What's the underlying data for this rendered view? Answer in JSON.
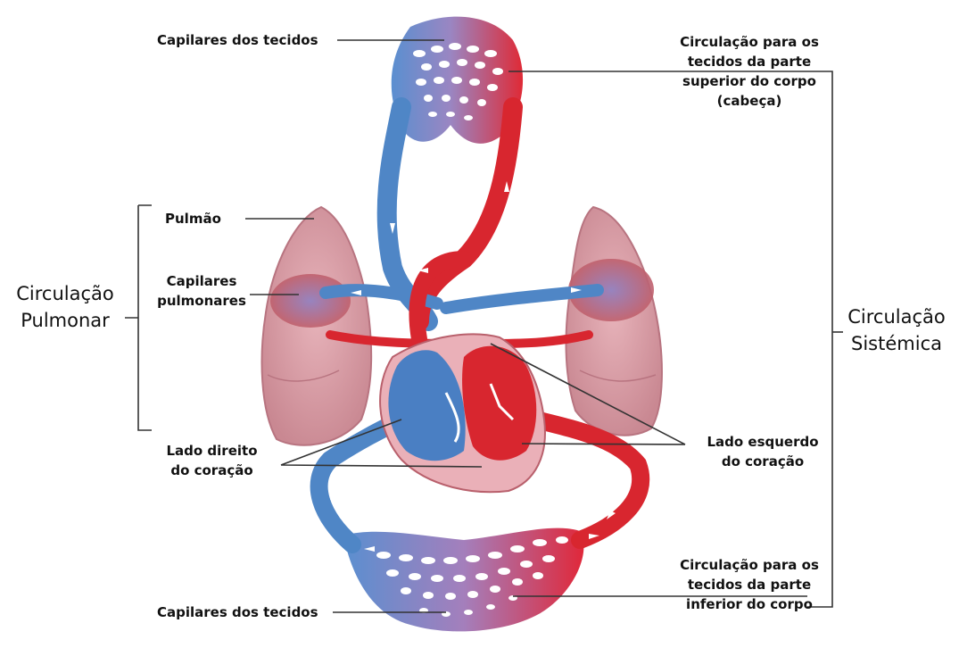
{
  "labels": {
    "capilares_tecidos_top": "Capilares  dos tecidos",
    "circ_superior": [
      "Circulação  para os",
      "tecidos da parte",
      "superior do corpo",
      "(cabeça)"
    ],
    "pulmao": "Pulmão",
    "capilares_pulmonares": [
      "Capilares",
      "pulmonares"
    ],
    "lado_direito": [
      "Lado direito",
      "do coração"
    ],
    "lado_esquerdo": [
      "Lado esquerdo",
      "do coração"
    ],
    "circ_inferior": [
      "Circulação  para os",
      "tecidos da parte",
      "inferior do corpo"
    ],
    "capilares_tecidos_bottom": "Capilares  dos tecidos",
    "circ_pulmonar": [
      "Circulação",
      "Pulmonar"
    ],
    "circ_sistemica": [
      "Circulação",
      "Sistémica"
    ]
  },
  "colors": {
    "venous_blue": "#4f86c6",
    "arterial_red": "#d8262f",
    "lung_pink": "#d9a0a8",
    "line": "#333333"
  }
}
